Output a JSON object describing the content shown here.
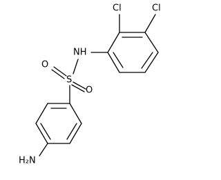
{
  "molecule": {
    "labels": {
      "nh": "NH",
      "s": "S",
      "o_upper": "O",
      "o_lower": "O",
      "cl_upper": "Cl",
      "cl_right": "Cl",
      "amine": "H₂N"
    }
  }
}
